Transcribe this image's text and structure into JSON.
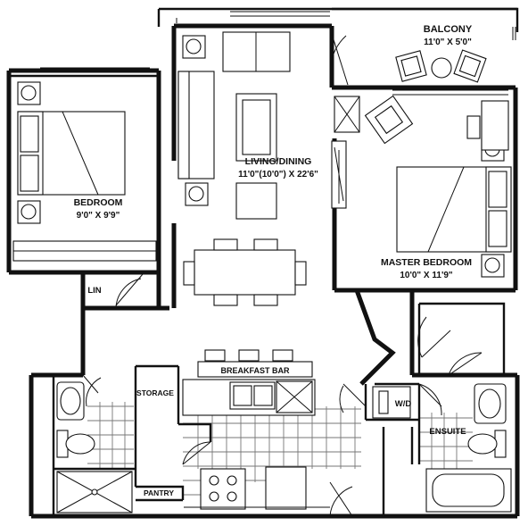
{
  "rooms": {
    "balcony": {
      "name": "BALCONY",
      "dims": "11'0\" X 5'0\""
    },
    "living": {
      "name": "LIVING/DINING",
      "dims": "11'0\"(10'0\") X 22'6\""
    },
    "bedroom": {
      "name": "BEDROOM",
      "dims": "9'0\" X 9'9\""
    },
    "master": {
      "name": "MASTER BEDROOM",
      "dims": "10'0\" X 11'9\""
    },
    "breakfast_bar": "BREAKFAST BAR",
    "storage": "STORAGE",
    "pantry": "PANTRY",
    "lin": "LIN",
    "washer_dryer": "W/D",
    "ensuite": "ENSUITE"
  },
  "colors": {
    "ink": "#111111",
    "tile_grid": "#777777",
    "fixture_fill": "#d9d9d9"
  }
}
